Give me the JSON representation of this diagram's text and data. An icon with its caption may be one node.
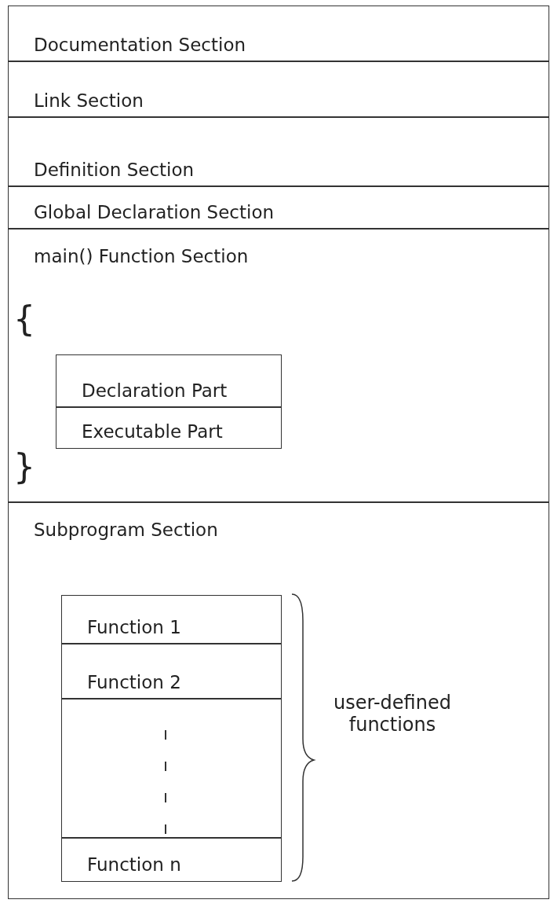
{
  "diagram": {
    "nodes": [
      {
        "text": [
          "Documentation Section"
        ]
      },
      {
        "text": [
          "Link Section"
        ]
      },
      {
        "text": [
          "Definition Section"
        ]
      },
      {
        "text": [
          "Global Declaration Section"
        ]
      },
      {
        "text": [
          "main() Function Section"
        ]
      },
      {
        "text": [
          "Declaration Part"
        ],
        "in": 4
      },
      {
        "text": [
          "Executable Part"
        ],
        "in": 4
      },
      {
        "text": [
          "Subprogram Section"
        ]
      },
      {
        "text": [
          "Function 1"
        ],
        "in": 7
      },
      {
        "text": [
          "Function 2"
        ],
        "in": 7
      },
      {
        "text": [],
        "shape": "box",
        "in": 7
      },
      {
        "text": [
          "Function n"
        ],
        "in": 7
      }
    ],
    "labels": [
      "{",
      "}",
      "user-defined functions"
    ]
  }
}
